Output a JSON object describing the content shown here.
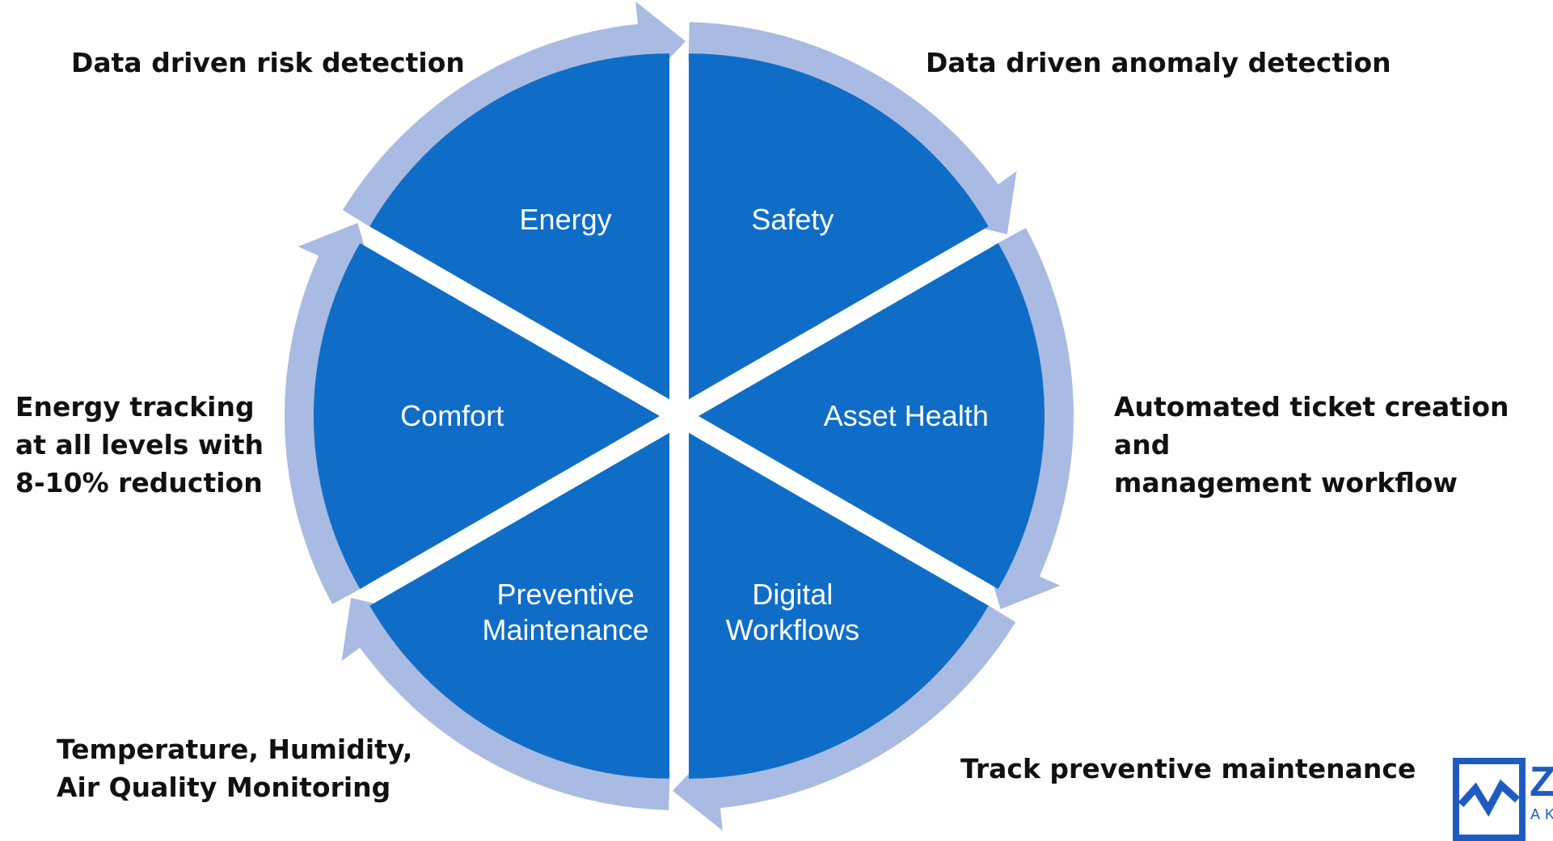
{
  "diagram": {
    "colors": {
      "segment_fill": "#0f6dc8",
      "arrow_fill": "#a9bbe2",
      "label_color": "#ffffff",
      "annotation_color": "#111111",
      "logo_color": "#1e5bc1"
    },
    "segments": [
      {
        "id": "safety",
        "lines": [
          "Safety"
        ]
      },
      {
        "id": "asset-health",
        "lines": [
          "Asset Health"
        ]
      },
      {
        "id": "digital-workflows",
        "lines": [
          "Digital",
          "Workflows"
        ]
      },
      {
        "id": "preventive-maintenance",
        "lines": [
          "Preventive",
          "Maintenance"
        ]
      },
      {
        "id": "comfort",
        "lines": [
          "Comfort"
        ]
      },
      {
        "id": "energy",
        "lines": [
          "Energy"
        ]
      }
    ],
    "annotations": {
      "risk": "Data driven risk detection",
      "anomaly": "Data driven anomaly detection",
      "ticket": "Automated ticket creation and\nmanagement workflow",
      "energy": "Energy tracking\nat all levels with\n8-10% reduction",
      "temperature": "Temperature, Humidity,\nAir Quality Monitoring",
      "maintenance": "Track preventive maintenance"
    },
    "logo": {
      "icon": "zenatix-logo-icon",
      "letter": "Z",
      "sub": "AK"
    }
  }
}
